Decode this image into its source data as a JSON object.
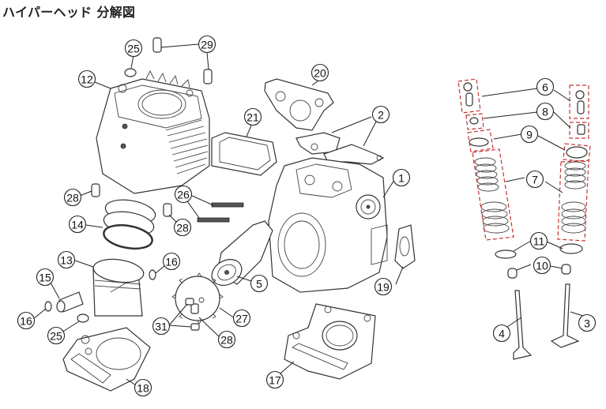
{
  "title": "ハイパーヘッド 分解図",
  "accent_dash_color": "#c83232",
  "callouts": [
    {
      "id": "c25a",
      "label": "25",
      "part": "cylinder-dowel-ring"
    },
    {
      "id": "c29",
      "label": "29",
      "part": "dowel-pin"
    },
    {
      "id": "c12",
      "label": "12",
      "part": "cylinder"
    },
    {
      "id": "c20",
      "label": "20",
      "part": "camshaft-holder-gasket"
    },
    {
      "id": "c21",
      "label": "21",
      "part": "head-cover-gasket"
    },
    {
      "id": "c2",
      "label": "2",
      "part": "rocker-arm"
    },
    {
      "id": "c1",
      "label": "1",
      "part": "cylinder-head"
    },
    {
      "id": "c28a",
      "label": "28",
      "part": "dowel-pin"
    },
    {
      "id": "c26",
      "label": "26",
      "part": "stud-bolt"
    },
    {
      "id": "c28b",
      "label": "28",
      "part": "dowel-pin"
    },
    {
      "id": "c14",
      "label": "14",
      "part": "piston-ring-set"
    },
    {
      "id": "c13",
      "label": "13",
      "part": "piston"
    },
    {
      "id": "c16a",
      "label": "16",
      "part": "piston-pin-clip"
    },
    {
      "id": "c15",
      "label": "15",
      "part": "piston-pin"
    },
    {
      "id": "c16b",
      "label": "16",
      "part": "piston-pin-clip"
    },
    {
      "id": "c25b",
      "label": "25",
      "part": "dowel-ring"
    },
    {
      "id": "c5",
      "label": "5",
      "part": "camshaft"
    },
    {
      "id": "c19",
      "label": "19",
      "part": "intake-gasket"
    },
    {
      "id": "c27",
      "label": "27",
      "part": "cam-sprocket"
    },
    {
      "id": "c31",
      "label": "31",
      "part": "sprocket-bolt"
    },
    {
      "id": "c28c",
      "label": "28",
      "part": "dowel-pin"
    },
    {
      "id": "c18",
      "label": "18",
      "part": "cylinder-base-gasket"
    },
    {
      "id": "c17",
      "label": "17",
      "part": "cylinder-head-gasket"
    },
    {
      "id": "c6",
      "label": "6",
      "part": "valve-cotter-retainer"
    },
    {
      "id": "c8",
      "label": "8",
      "part": "valve-spring-seat"
    },
    {
      "id": "c9",
      "label": "9",
      "part": "spring-retainer"
    },
    {
      "id": "c7",
      "label": "7",
      "part": "valve-spring"
    },
    {
      "id": "c11",
      "label": "11",
      "part": "spring-seat-washer"
    },
    {
      "id": "c10",
      "label": "10",
      "part": "valve-stem-seal"
    },
    {
      "id": "c4",
      "label": "4",
      "part": "intake-valve"
    },
    {
      "id": "c3",
      "label": "3",
      "part": "exhaust-valve"
    }
  ]
}
